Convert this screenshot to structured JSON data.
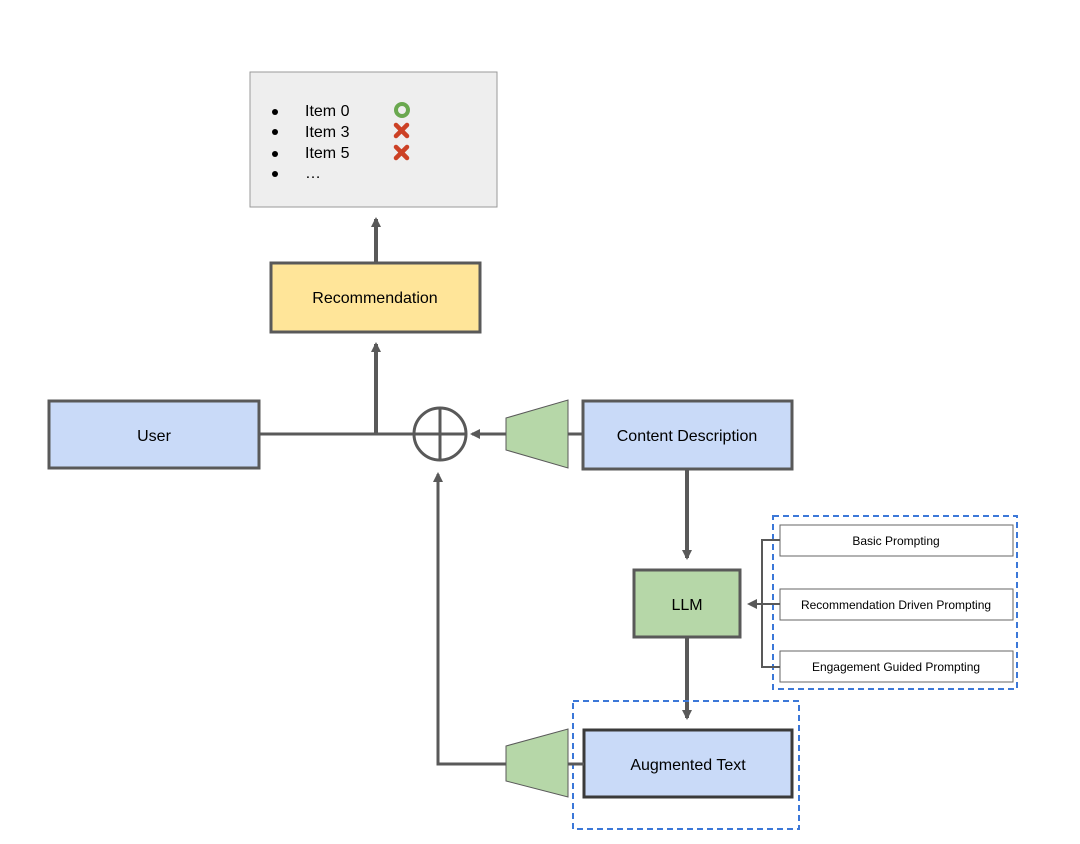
{
  "results_panel": {
    "items": [
      {
        "label": "Item 0",
        "status": "correct",
        "status_icon": "circle-icon",
        "status_color": "#6aa84f"
      },
      {
        "label": "Item 3",
        "status": "wrong",
        "status_icon": "cross-icon",
        "status_color": "#cc4125"
      },
      {
        "label": "Item 5",
        "status": "wrong",
        "status_icon": "cross-icon",
        "status_color": "#cc4125"
      },
      {
        "label": "…"
      }
    ],
    "background": "#eeeeee"
  },
  "nodes": {
    "recommendation": {
      "label": "Recommendation",
      "fill": "#ffe599"
    },
    "user": {
      "label": "User",
      "fill": "#c9daf8"
    },
    "content_description": {
      "label": "Content Description",
      "fill": "#c9daf8"
    },
    "llm": {
      "label": "LLM",
      "fill": "#b6d7a8"
    },
    "augmented_text": {
      "label": "Augmented Text",
      "fill": "#c9daf8"
    }
  },
  "prompting_methods": [
    {
      "label": "Basic Prompting"
    },
    {
      "label": "Recommendation Driven Prompting"
    },
    {
      "label": "Engagement Guided Prompting"
    }
  ],
  "colors": {
    "stroke": "#595959",
    "encoder": "#b6d7a8",
    "dashed_group": "#3c78d8"
  }
}
